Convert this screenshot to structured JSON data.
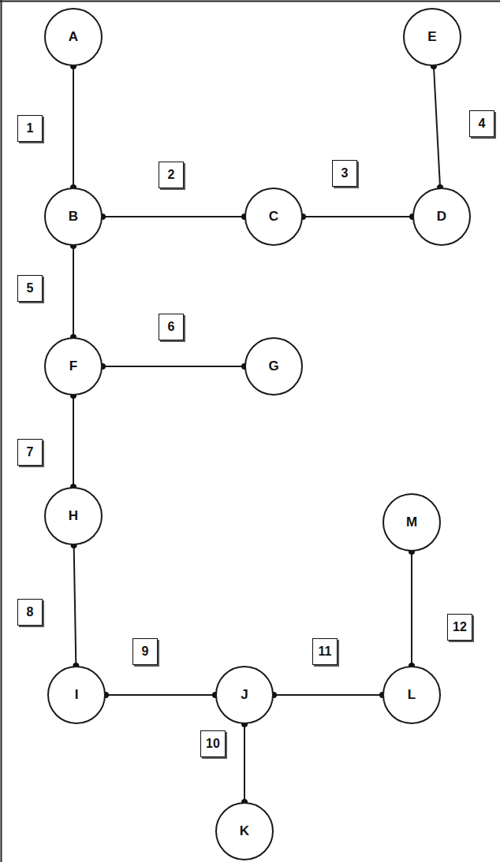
{
  "diagram": {
    "nodes": [
      {
        "text": [
          "A"
        ]
      },
      {
        "text": [
          "E"
        ]
      },
      {
        "text": [
          "B"
        ]
      },
      {
        "text": [
          "C"
        ]
      },
      {
        "text": [
          "D"
        ]
      },
      {
        "text": [
          "F"
        ]
      },
      {
        "text": [
          "G"
        ]
      },
      {
        "text": [
          "H"
        ]
      },
      {
        "text": [
          "M"
        ]
      },
      {
        "text": [
          "I"
        ]
      },
      {
        "text": [
          "J"
        ]
      },
      {
        "text": [
          "L"
        ]
      },
      {
        "text": [
          "K"
        ]
      }
    ],
    "edges": [
      {
        "from": 0,
        "to": 2,
        "arrow": "none",
        "label": "1"
      },
      {
        "from": 2,
        "to": 3,
        "arrow": "none",
        "label": "2"
      },
      {
        "from": 3,
        "to": 4,
        "arrow": "none",
        "label": "3"
      },
      {
        "from": 1,
        "to": 4,
        "arrow": "none",
        "label": "4"
      },
      {
        "from": 2,
        "to": 5,
        "arrow": "none",
        "label": "5"
      },
      {
        "from": 5,
        "to": 6,
        "arrow": "none",
        "label": "6"
      },
      {
        "from": 5,
        "to": 7,
        "arrow": "none",
        "label": "7"
      },
      {
        "from": 7,
        "to": 9,
        "arrow": "none",
        "label": "8"
      },
      {
        "from": 9,
        "to": 10,
        "arrow": "none",
        "label": "9"
      },
      {
        "from": 10,
        "to": 12,
        "arrow": "none",
        "label": "10"
      },
      {
        "from": 10,
        "to": 11,
        "arrow": "none",
        "label": "11"
      },
      {
        "from": 8,
        "to": 11,
        "arrow": "none",
        "label": "12"
      }
    ]
  }
}
